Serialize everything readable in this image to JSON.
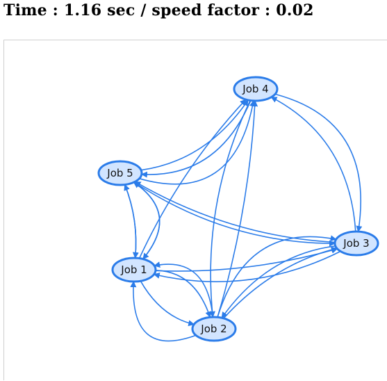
{
  "header": {
    "title": "Time : 1.16 sec / speed factor : 0.02"
  },
  "graph": {
    "nodes": [
      {
        "id": "job1",
        "label": "Job 1"
      },
      {
        "id": "job2",
        "label": "Job 2"
      },
      {
        "id": "job3",
        "label": "Job 3"
      },
      {
        "id": "job4",
        "label": "Job 4"
      },
      {
        "id": "job5",
        "label": "Job 5"
      }
    ],
    "edges": [
      [
        "job1",
        "job2"
      ],
      [
        "job1",
        "job2"
      ],
      [
        "job2",
        "job1"
      ],
      [
        "job2",
        "job1"
      ],
      [
        "job1",
        "job3"
      ],
      [
        "job3",
        "job1"
      ],
      [
        "job1",
        "job4"
      ],
      [
        "job2",
        "job4"
      ],
      [
        "job4",
        "job2"
      ],
      [
        "job1",
        "job5"
      ],
      [
        "job5",
        "job1"
      ],
      [
        "job1",
        "job5"
      ],
      [
        "job5",
        "job1"
      ],
      [
        "job2",
        "job3"
      ],
      [
        "job3",
        "job2"
      ],
      [
        "job2",
        "job3"
      ],
      [
        "job3",
        "job4"
      ],
      [
        "job4",
        "job3"
      ],
      [
        "job5",
        "job3"
      ],
      [
        "job3",
        "job5"
      ],
      [
        "job4",
        "job5"
      ],
      [
        "job5",
        "job4"
      ],
      [
        "job5",
        "job4"
      ]
    ],
    "colors": {
      "node_fill": "#d2e5ff",
      "node_border": "#2b7ce9",
      "edge": "#2b7ce9"
    }
  }
}
